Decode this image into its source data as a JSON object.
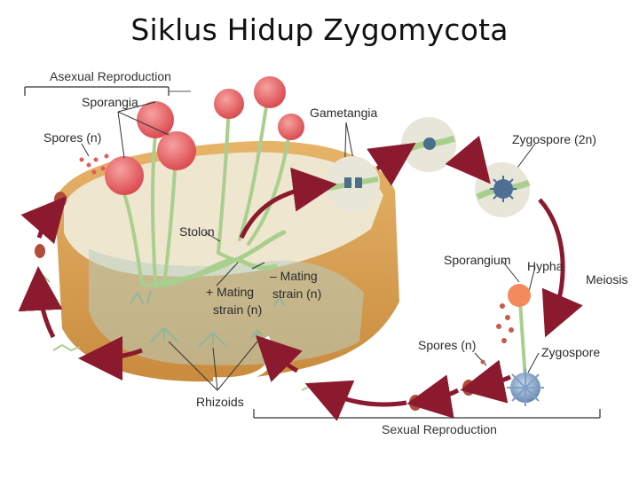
{
  "title": "Siklus Hidup Zygomycota",
  "labels": {
    "asexual_reproduction": "Asexual Reproduction",
    "sexual_reproduction": "Sexual Reproduction",
    "sporangia": "Sporangia",
    "spores_top": "Spores (n)",
    "gametangia": "Gametangia",
    "zygospore_2n": "Zygospore (2n)",
    "stolon": "Stolon",
    "minus_mating_line1": "– Mating",
    "minus_mating_line2": "strain (n)",
    "plus_mating_line1": "+ Mating",
    "plus_mating_line2": "strain (n)",
    "sporangium": "Sporangium",
    "hypha": "Hypha",
    "meiosis": "Meiosis",
    "spores_bottom": "Spores (n)",
    "zygospore": "Zygospore",
    "rhizoids": "Rhizoids"
  },
  "colors": {
    "sporangium_red": "#e8585a",
    "bread_crust": "#d9a35a",
    "bread_crumb": "#efe6cf",
    "arrow_maroon": "#8c1a2e",
    "stalk_green": "#a9cf8e",
    "mold_gray": "#8fb7b0",
    "zygospore_blue": "#7f9fc6",
    "circle_bg": "#e8e6d8"
  }
}
